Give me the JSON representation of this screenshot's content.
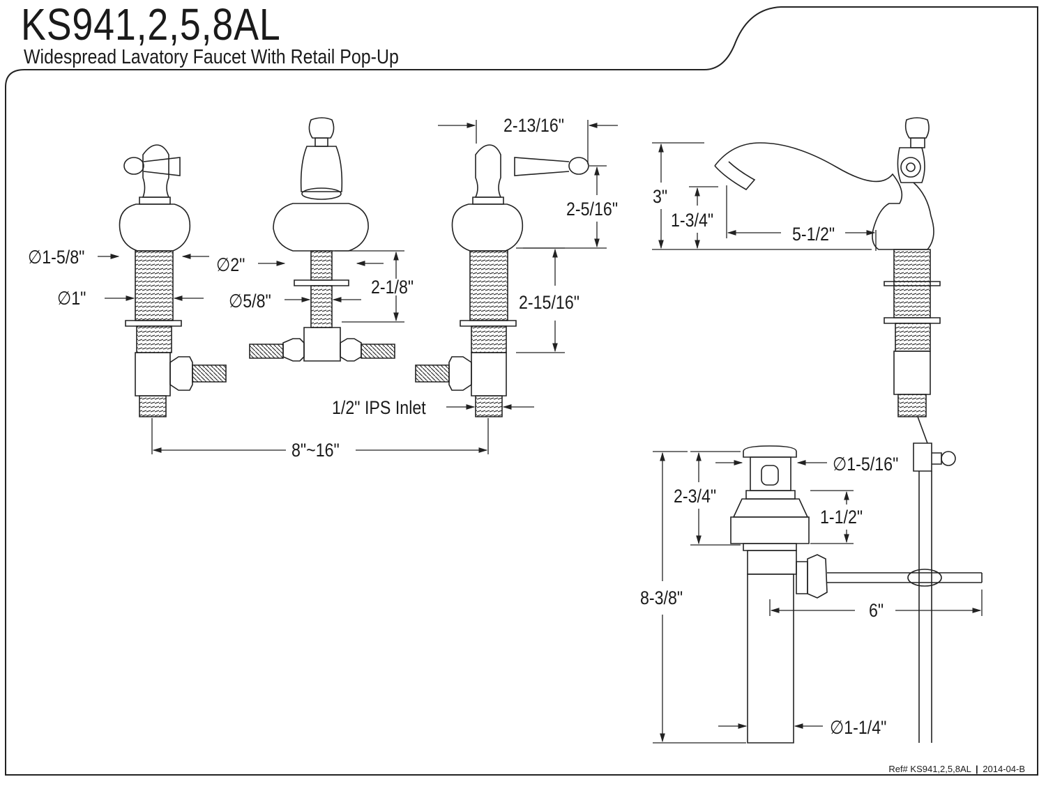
{
  "header": {
    "model": "KS941,2,5,8AL",
    "description": "Widespread Lavatory Faucet With Retail Pop-Up"
  },
  "dimensions": {
    "handle_flange_diameter": "∅1-5/8\"",
    "handle_shank_diameter": "∅1\"",
    "spout_base_diameter": "∅2\"",
    "spout_shank_diameter": "∅5/8\"",
    "spout_shank_length": "2-1/8\"",
    "handle_width": "2-13/16\"",
    "handle_height": "2-5/16\"",
    "handle_shank_length": "2-15/16\"",
    "inlet": "1/2\" IPS Inlet",
    "spread": "8\"~16\"",
    "spout_height": "3\"",
    "aerator_height": "1-3/4\"",
    "spout_reach": "5-1/2\"",
    "popup_height": "2-3/4\"",
    "popup_flange_diameter": "∅1-5/16\"",
    "popup_body_height": "1-1/2\"",
    "drain_length": "8-3/8\"",
    "lift_rod_length": "6\"",
    "tailpiece_diameter": "∅1-1/4\""
  },
  "footer": {
    "ref": "Ref# KS941,2,5,8AL",
    "separator": "|",
    "revision": "2014-04-B"
  }
}
